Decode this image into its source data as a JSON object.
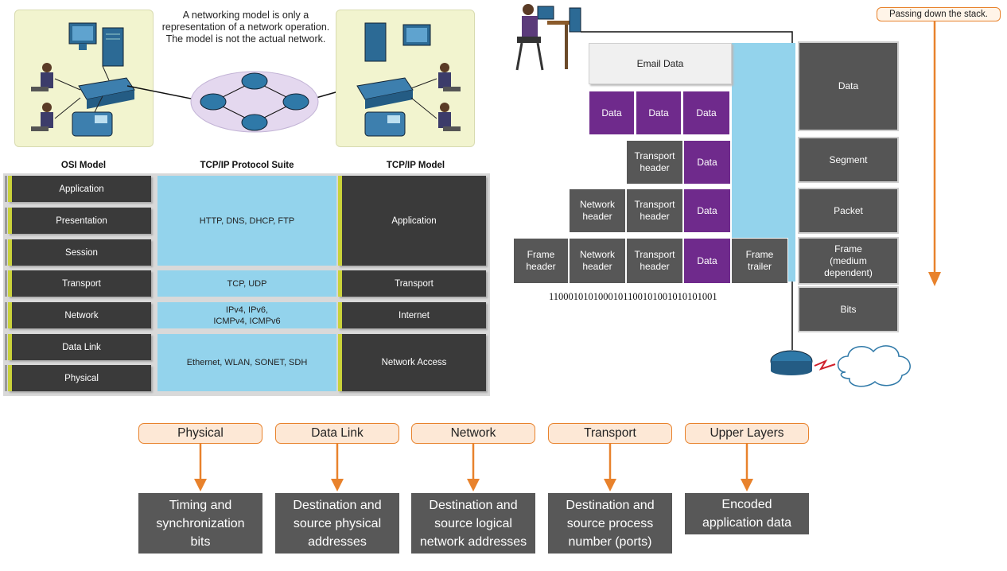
{
  "caption": {
    "line1": "A networking model is only a",
    "line2": "representation of a network operation.",
    "line3": "The model is not the actual network."
  },
  "osi_model": {
    "heading": "OSI Model",
    "layers": [
      "Application",
      "Presentation",
      "Session",
      "Transport",
      "Network",
      "Data Link",
      "Physical"
    ]
  },
  "protocol_suite": {
    "heading": "TCP/IP Protocol Suite",
    "rows": [
      {
        "lines": [
          "HTTP, DNS, DHCP, FTP"
        ]
      },
      {
        "lines": [
          "TCP, UDP"
        ]
      },
      {
        "lines": [
          "IPv4, IPv6,",
          "ICMPv4, ICMPv6"
        ]
      },
      {
        "lines": [
          "Ethernet, WLAN, SONET, SDH"
        ]
      }
    ]
  },
  "tcpip_model": {
    "heading": "TCP/IP Model",
    "layers": [
      "Application",
      "Transport",
      "Internet",
      "Network Access"
    ]
  },
  "encapsulation": {
    "email": "Email Data",
    "data": "Data",
    "transport_header": [
      "Transport",
      "header"
    ],
    "network_header": [
      "Network",
      "header"
    ],
    "frame_header": [
      "Frame",
      "header"
    ],
    "frame_trailer": [
      "Frame",
      "trailer"
    ],
    "bits": "1100010101000101100101001010101001",
    "pass_label": "Passing down the stack."
  },
  "pdus": {
    "data": "Data",
    "segment": "Segment",
    "packet": "Packet",
    "frame": [
      "Frame",
      "(medium",
      "dependent)"
    ],
    "bits": "Bits"
  },
  "bottom_layers": [
    {
      "label": "Physical",
      "desc": [
        "Timing and",
        "synchronization",
        "bits"
      ]
    },
    {
      "label": "Data Link",
      "desc": [
        "Destination and",
        "source physical",
        "addresses"
      ]
    },
    {
      "label": "Network",
      "desc": [
        "Destination and",
        "source logical",
        "network addresses"
      ]
    },
    {
      "label": "Transport",
      "desc": [
        "Destination and",
        "source process",
        "number (ports)"
      ]
    },
    {
      "label": "Upper Layers",
      "desc": [
        "Encoded",
        "application data"
      ]
    }
  ],
  "colors": {
    "accent_orange": "#e8822c",
    "protocol_blue": "#93d3ec",
    "data_purple": "#6f2a8c",
    "layer_dark": "#3a3a3a",
    "panel_yellow": "#f2f4cf"
  }
}
